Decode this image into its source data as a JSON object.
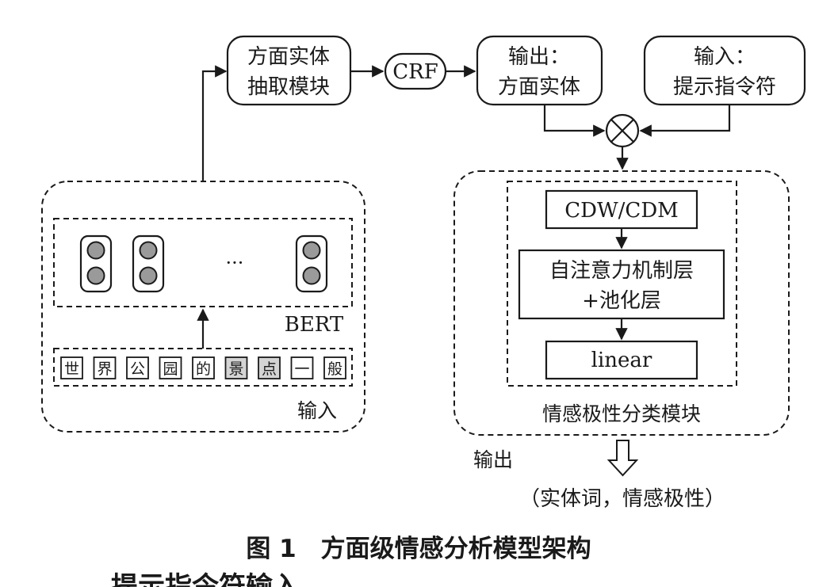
{
  "diagram": {
    "aspect_module": [
      "方面实体",
      "抽取模块"
    ],
    "crf": "CRF",
    "output_aspect": [
      "输出：",
      "方面实体"
    ],
    "input_prompt": [
      "输入：",
      "提示指令符"
    ],
    "ellipsis": "···",
    "bert_label": "BERT",
    "input_chars": [
      "世",
      "界",
      "公",
      "园",
      "的",
      "景",
      "点",
      "一",
      "般"
    ],
    "highlighted_chars": [
      "景",
      "点"
    ],
    "input_label": "输入",
    "cdw_cdm": "CDW/CDM",
    "attention_layer": [
      "自注意力机制层",
      "+池化层"
    ],
    "linear": "linear",
    "sentiment_module_label": "情感极性分类模块",
    "output_label": "输出",
    "output_result": "（实体词，情感极性）",
    "figure_caption": "图 1　方面级情感分析模型架构",
    "cut_off_text": "提示指令符输入"
  },
  "colors": {
    "token_fill": "#9a9a9a",
    "highlight_fill": "#d4d4d4",
    "stroke": "#1a1a1a"
  }
}
